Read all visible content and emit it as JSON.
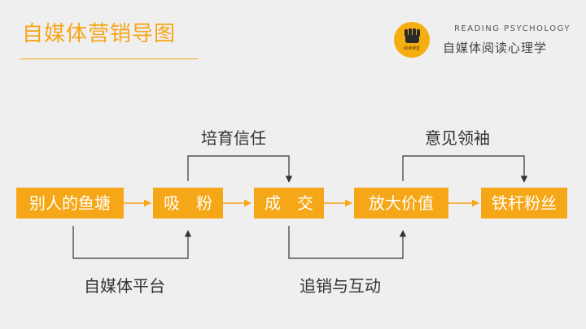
{
  "title": "自媒体营销导图",
  "brand": {
    "logo_caption": "阅读课堂",
    "name_en": "READING PSYCHOLOGY",
    "name_cn": "自媒体阅读心理学"
  },
  "colors": {
    "accent": "#f6a718",
    "background": "#efefef",
    "connector": "#333333"
  },
  "flow": {
    "nodes": [
      {
        "label": "别人的鱼塘"
      },
      {
        "label": "吸　粉"
      },
      {
        "label": "成　交"
      },
      {
        "label": "放大价值"
      },
      {
        "label": "铁杆粉丝"
      }
    ],
    "links": [
      {
        "label": "培育信任"
      },
      {
        "label": "自媒体平台"
      },
      {
        "label": "意见领袖"
      },
      {
        "label": "追销与互动"
      }
    ]
  }
}
